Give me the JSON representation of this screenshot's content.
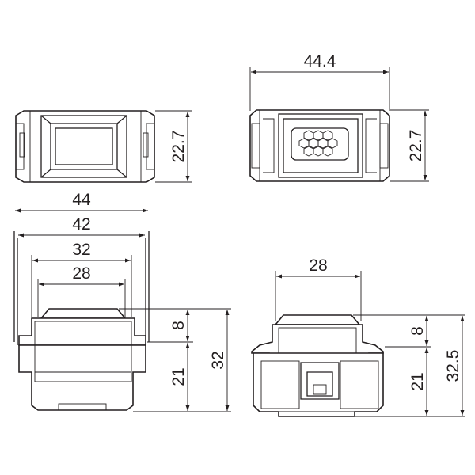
{
  "dimensions": {
    "top_left_height": "22.7",
    "top_right_width": "44.4",
    "top_right_height": "22.7",
    "bottom_left_w44": "44",
    "bottom_left_w42": "42",
    "bottom_left_w32": "32",
    "bottom_left_w28": "28",
    "bottom_left_h8": "8",
    "bottom_left_h21": "21",
    "bottom_left_h32": "32",
    "bottom_right_w28": "28",
    "bottom_right_h8": "8",
    "bottom_right_h21": "21",
    "bottom_right_h32_5": "32.5"
  }
}
